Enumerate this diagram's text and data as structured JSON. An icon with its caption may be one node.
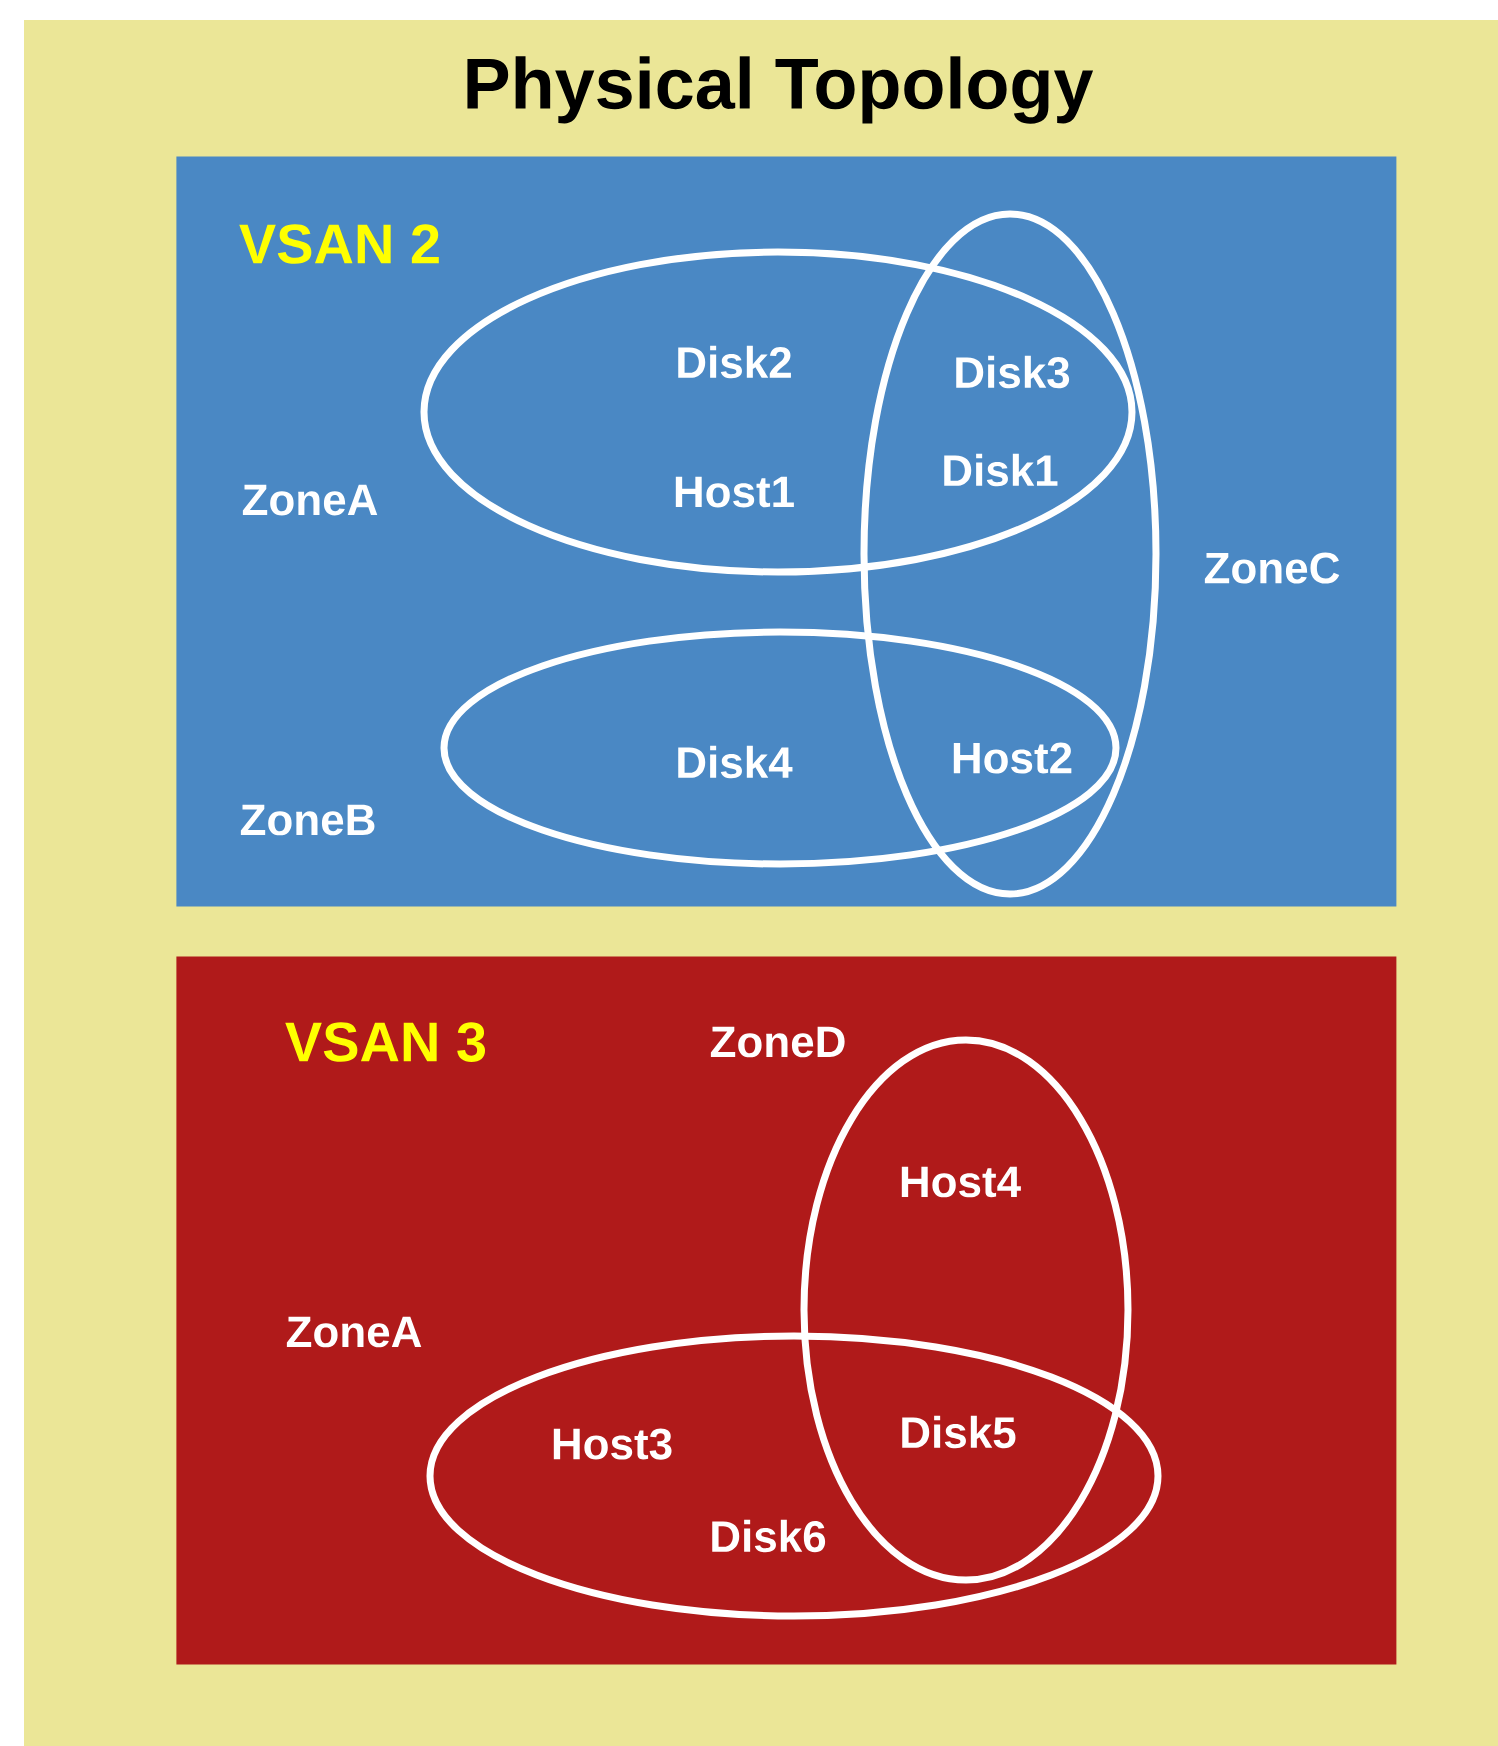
{
  "diagram": {
    "title": "Physical Topology",
    "nodes": [
      {
        "text": [
          "VSAN 2"
        ]
      },
      {
        "text": [
          "ZoneA"
        ],
        "in": 0
      },
      {
        "text": [
          "ZoneB"
        ],
        "in": 0
      },
      {
        "text": [
          "ZoneC"
        ],
        "in": 0
      },
      {
        "text": [
          "VSAN 3"
        ]
      },
      {
        "text": [
          "ZoneD"
        ],
        "in": 4
      },
      {
        "text": [
          "ZoneA"
        ],
        "in": 4
      }
    ],
    "labels": [
      "Disk2",
      "Disk3",
      "Host1",
      "Disk1",
      "Disk4",
      "Host2",
      "Host4",
      "Host3",
      "Disk5",
      "Disk6"
    ]
  }
}
